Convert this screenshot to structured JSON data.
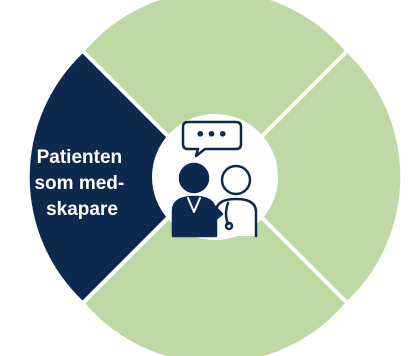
{
  "diagram": {
    "segments": [
      {
        "id": "top",
        "fill": "#bfd9a4",
        "label": ""
      },
      {
        "id": "right",
        "fill": "#bfd9a4",
        "label": ""
      },
      {
        "id": "bottom",
        "fill": "#bfd9a4",
        "label": ""
      },
      {
        "id": "left",
        "fill": "#0d2a4e",
        "highlighted": true,
        "label_lines": [
          "Patienten",
          "som med-",
          "skapare"
        ]
      }
    ],
    "colors": {
      "light_green": "#bfd9a4",
      "navy": "#0d2a4e",
      "label_text": "#ffffff",
      "center": "#ffffff",
      "icon_stroke": "#0d2a4e"
    },
    "center_icon": {
      "name": "patient-and-clinician-conversation-icon",
      "speech_bubble": "•••"
    }
  }
}
